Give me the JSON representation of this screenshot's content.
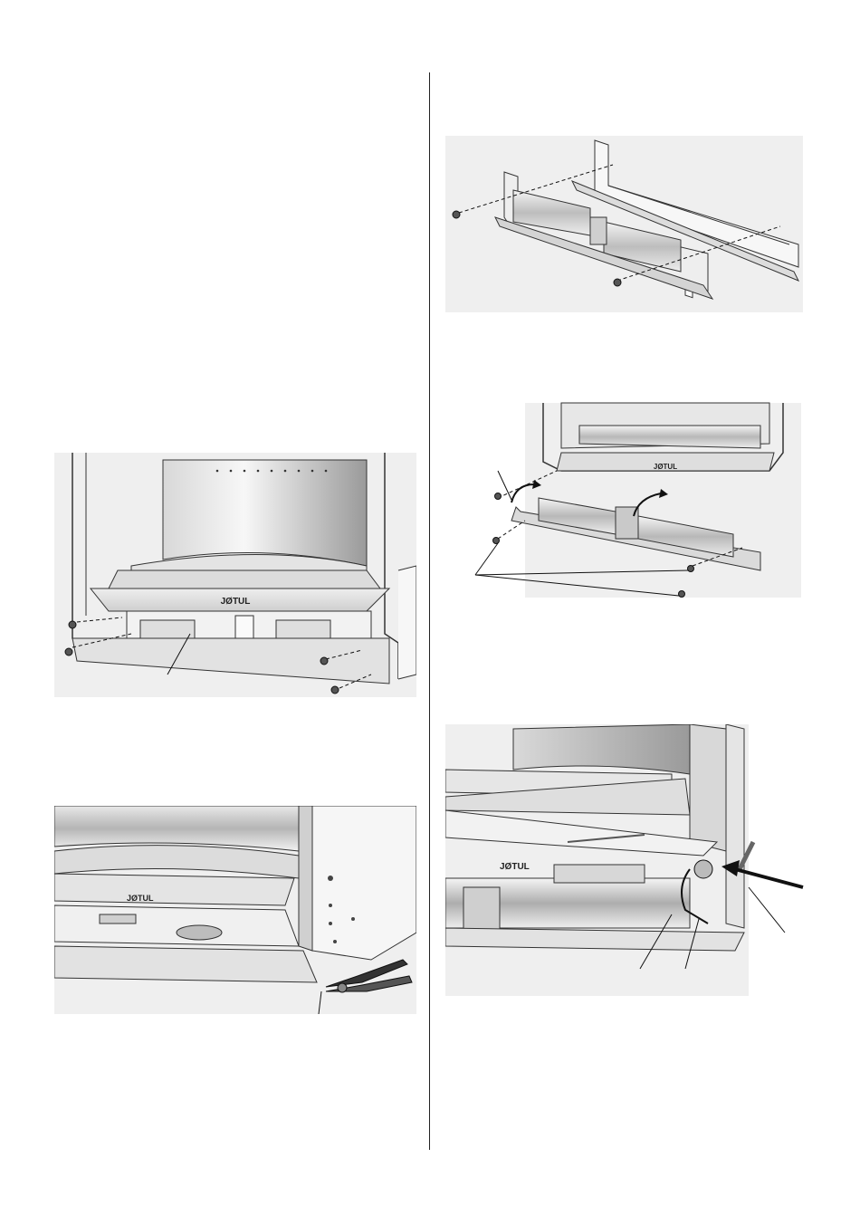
{
  "document": {
    "brand_logo_text": "JØTUL",
    "figures": [
      {
        "id": "fig-remove-front-panel",
        "description_visible": false
      },
      {
        "id": "fig-cut-tab-with-pliers",
        "description_visible": false
      },
      {
        "id": "fig-fan-bracket-assembly",
        "description_visible": false
      },
      {
        "id": "fig-install-fan-unit",
        "description_visible": false
      },
      {
        "id": "fig-fan-cable-detail",
        "description_visible": false
      }
    ]
  }
}
